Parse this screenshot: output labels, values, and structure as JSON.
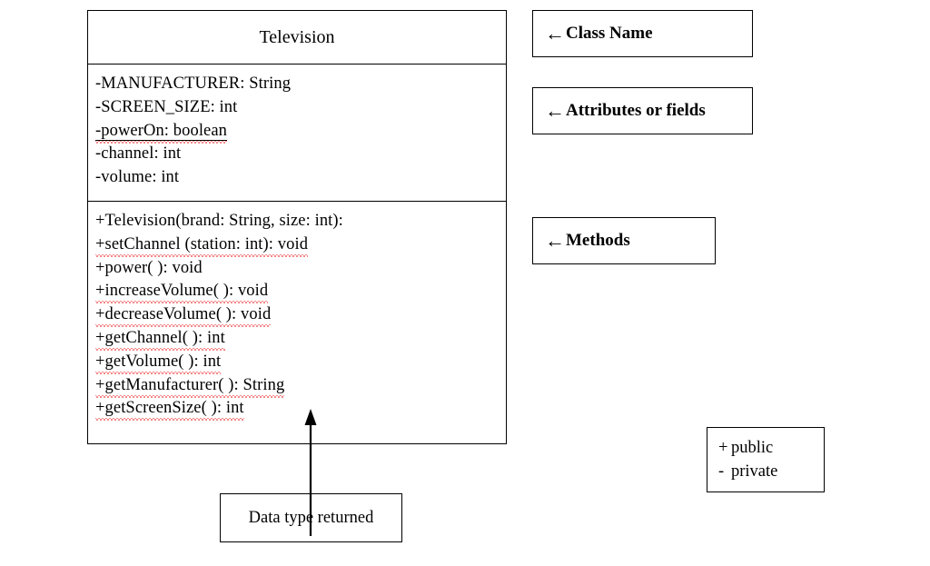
{
  "diagram": {
    "type": "uml-class-diagram",
    "class_box": {
      "class_name": "Television",
      "attributes": [
        {
          "text": "-MANUFACTURER: String",
          "underline": false
        },
        {
          "text": "-SCREEN_SIZE: int",
          "underline": false
        },
        {
          "text": "-powerOn: boolean",
          "underline": true
        },
        {
          "text": "-channel: int",
          "underline": false
        },
        {
          "text": "-volume: int",
          "underline": false
        }
      ],
      "methods": [
        {
          "text": "+Television(brand: String, size: int):",
          "underline": false
        },
        {
          "text": "+setChannel (station: int): void",
          "underline": true
        },
        {
          "text": "+power( ): void",
          "underline": false
        },
        {
          "text": "+increaseVolume( ): void",
          "underline": true
        },
        {
          "text": "+decreaseVolume( ): void",
          "underline": true
        },
        {
          "text": "+getChannel( ): int",
          "underline": true
        },
        {
          "text": "+getVolume( ): int",
          "underline": true
        },
        {
          "text": "+getManufacturer( ): String",
          "underline": true
        },
        {
          "text": "+getScreenSize( ): int",
          "underline": true
        }
      ]
    },
    "annotations": {
      "arrow_glyph": "←",
      "class_name_label": "Class Name",
      "attributes_label": "Attributes or fields",
      "methods_label": "Methods",
      "datatype_label": "Data type returned"
    },
    "legend": {
      "rows": [
        {
          "symbol": "+",
          "meaning": "public"
        },
        {
          "symbol": "-",
          "meaning": "private"
        }
      ]
    },
    "colors": {
      "ink": "#000000",
      "background": "#ffffff",
      "spellcheck_underline": "#e81010"
    }
  }
}
